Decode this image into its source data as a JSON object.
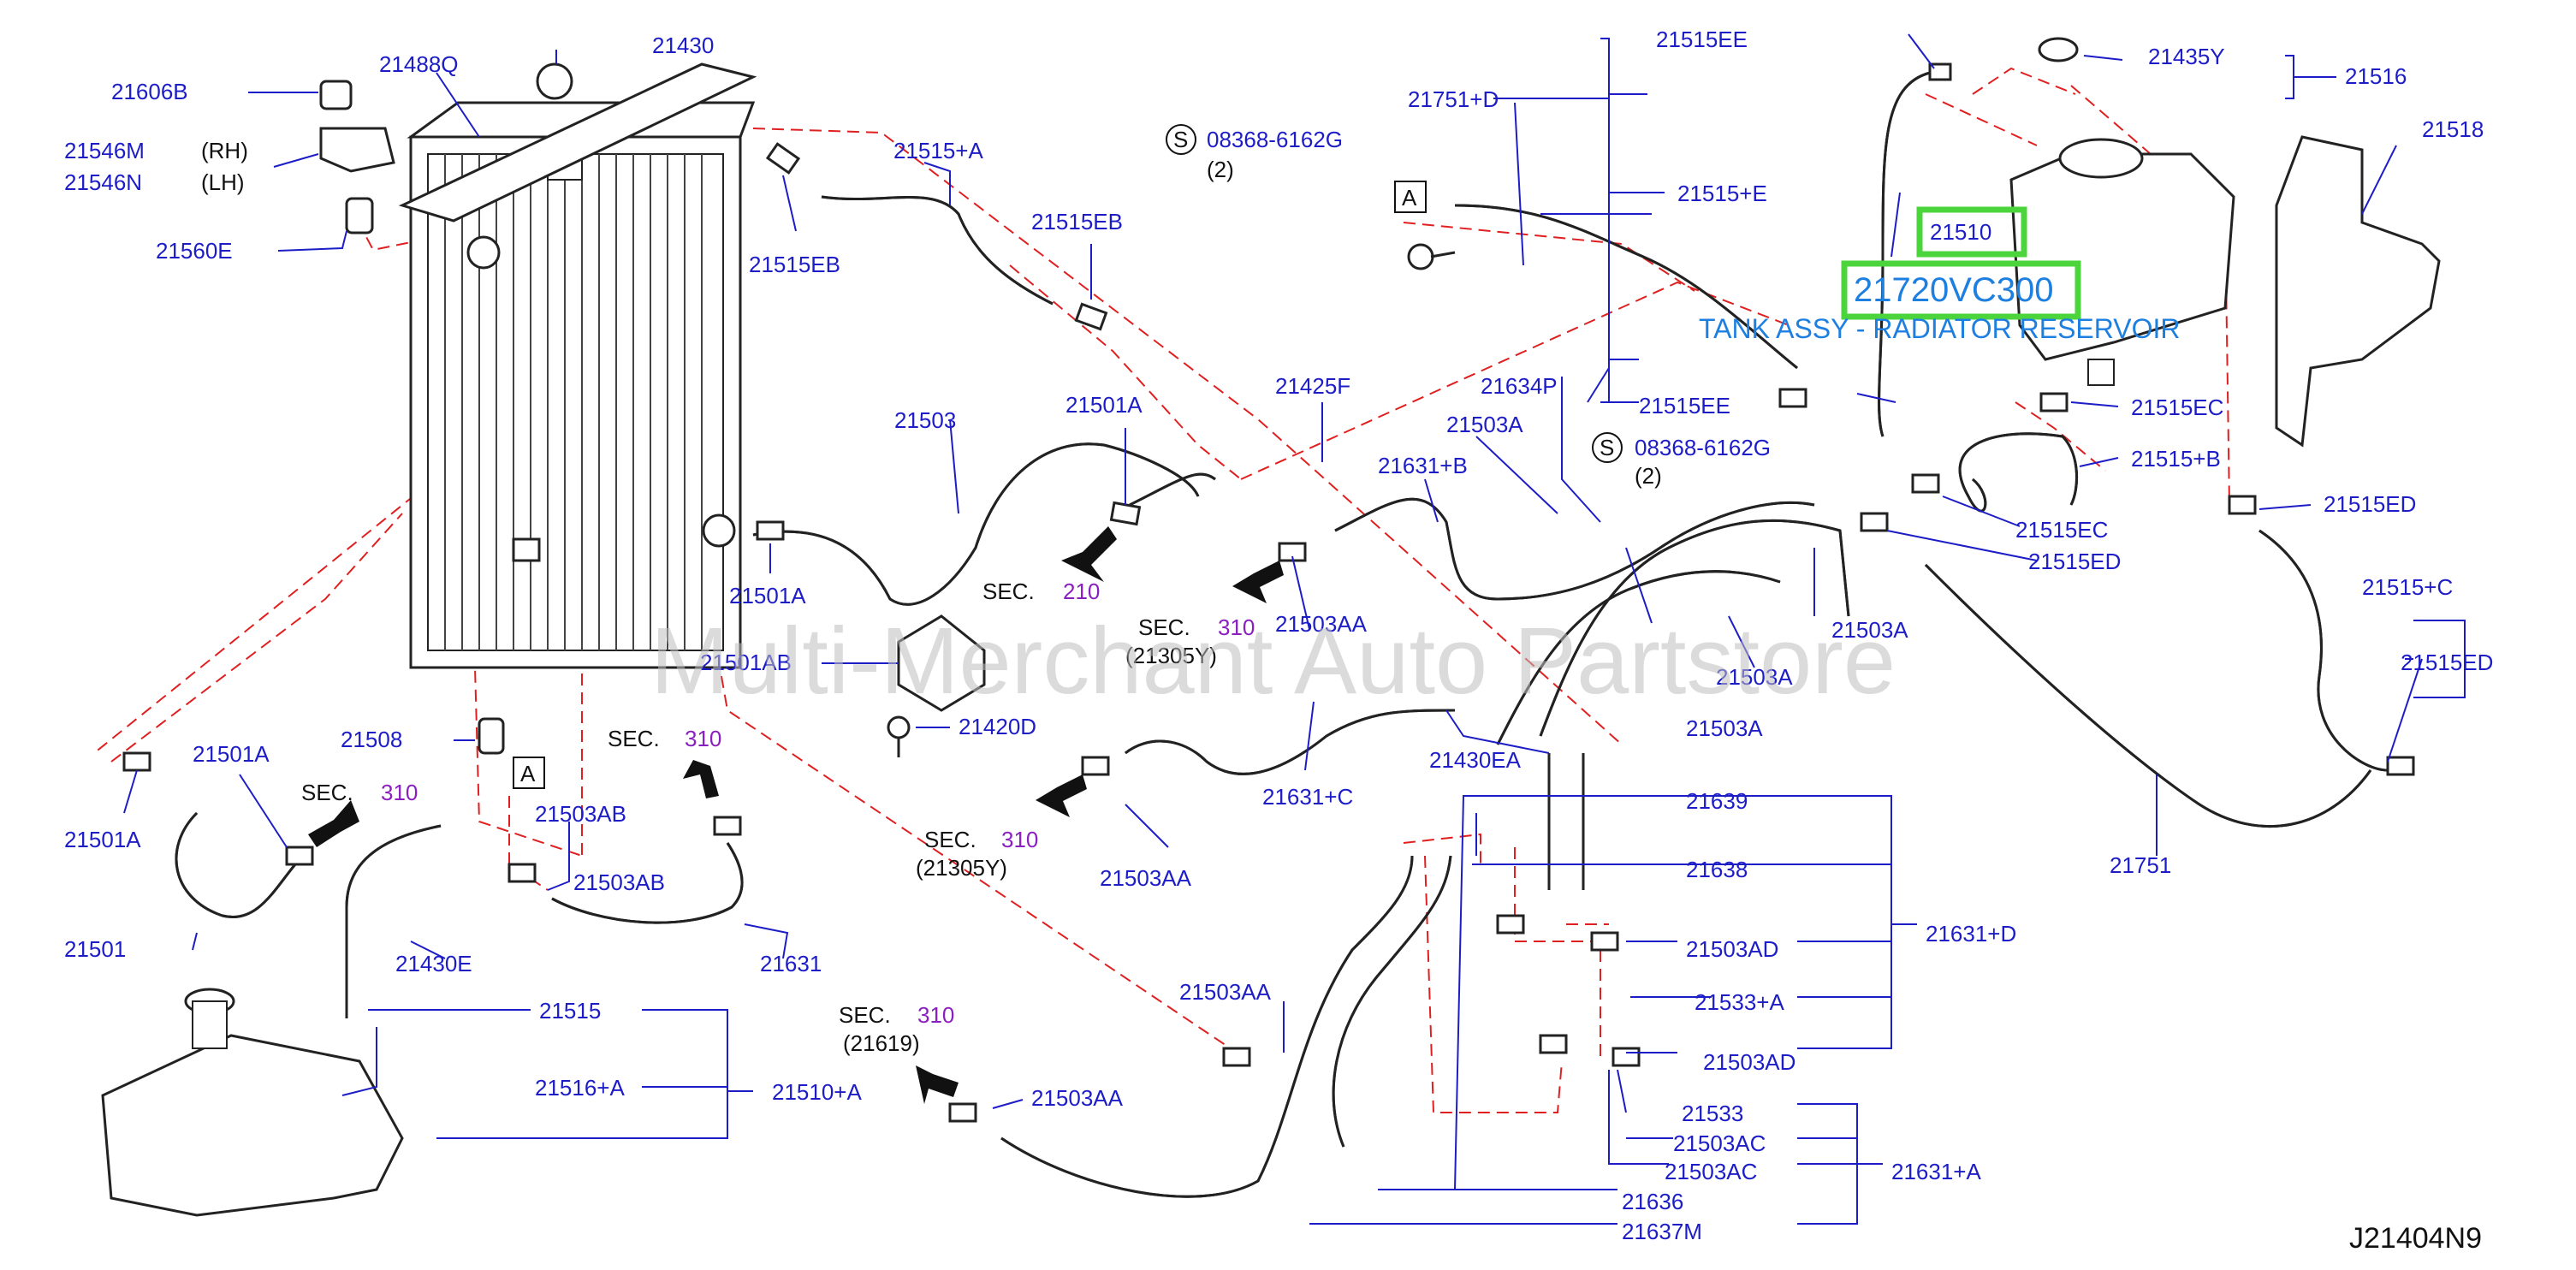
{
  "diagram_code": "J21404N9",
  "watermark": "Multi-Merchant Auto Partstore",
  "highlight": {
    "part_no": "21510",
    "oem_no": "21720VC300",
    "description": "TANK ASSY - RADIATOR RESERVOIR"
  },
  "colors": {
    "label": "#1d1dc8",
    "section": "#8a1fbf",
    "dashed": "#e02020",
    "highlight_border": "#4cd43c",
    "highlight_text": "#1d7fe0"
  },
  "sections": {
    "s210": {
      "prefix": "SEC.",
      "num": "210"
    },
    "s310a": {
      "prefix": "SEC.",
      "num": "310"
    },
    "s310b": {
      "prefix": "SEC.",
      "num": "310"
    },
    "s310c": {
      "prefix": "SEC.",
      "num": "310",
      "sub": "(21305Y)"
    },
    "s310d": {
      "prefix": "SEC.",
      "num": "310",
      "sub": "(21305Y)"
    },
    "s310e": {
      "prefix": "SEC.",
      "num": "310",
      "sub": "(21619)"
    }
  },
  "bolts": {
    "b1": {
      "symbol": "S",
      "part": "08368-6162G",
      "qty": "(2)"
    },
    "b2": {
      "symbol": "S",
      "part": "08368-6162G",
      "qty": "(2)"
    }
  },
  "refs": {
    "a1": "A",
    "a2": "A"
  },
  "labels": {
    "l21606B": "21606B",
    "l21488Q": "21488Q",
    "l21430": "21430",
    "l21546M": "21546M",
    "rh": "(RH)",
    "l21546N": "21546N",
    "lh": "(LH)",
    "l21560E": "21560E",
    "l21515A": "21515+A",
    "l21515EB1": "21515EB",
    "l21515EB2": "21515EB",
    "l21503": "21503",
    "l21501A1": "21501A",
    "l21501A2": "21501A",
    "l21501A3": "21501A",
    "l21501A4": "21501A",
    "l21501AB": "21501AB",
    "l21420D": "21420D",
    "l21508": "21508",
    "l21503AB1": "21503AB",
    "l21503AB2": "21503AB",
    "l21501": "21501",
    "l21430E": "21430E",
    "l21631": "21631",
    "l21515": "21515",
    "l21516A": "21516+A",
    "l21510A": "21510+A",
    "l21751D": "21751+D",
    "l21515EE1": "21515EE",
    "l21515E": "21515+E",
    "l21515EE2": "21515EE",
    "l21425F": "21425F",
    "l21634P": "21634P",
    "l21503A1": "21503A",
    "l21503A2": "21503A",
    "l21503A3": "21503A",
    "l21503A4": "21503A",
    "l21631B": "21631+B",
    "l21503AA1": "21503AA",
    "l21503AA2": "21503AA",
    "l21503AA3": "21503AA",
    "l21503AA4": "21503AA",
    "l21430EA": "21430EA",
    "l21631C": "21631+C",
    "l21639": "21639",
    "l21638": "21638",
    "l21503AD1": "21503AD",
    "l21533A": "21533+A",
    "l21503AD2": "21503AD",
    "l21631D": "21631+D",
    "l21533": "21533",
    "l21503AC1": "21503AC",
    "l21503AC2": "21503AC",
    "l21631A": "21631+A",
    "l21636": "21636",
    "l21637M": "21637M",
    "l21435Y": "21435Y",
    "l21516": "21516",
    "l21518": "21518",
    "l21515EC1": "21515EC",
    "l21515B": "21515+B",
    "l21515EC2": "21515EC",
    "l21515ED1": "21515ED",
    "l21515ED2": "21515ED",
    "l21515ED3": "21515ED",
    "l21515C": "21515+C",
    "l21751": "21751"
  }
}
